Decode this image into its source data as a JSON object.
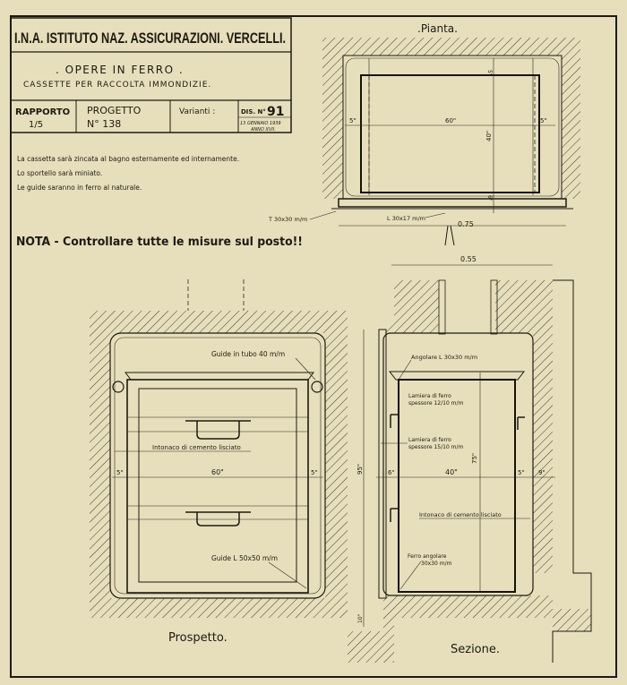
{
  "title_block": {
    "institution": "I.N.A. ISTITUTO NAZ. ASSICURAZIONI. VERCELLI.",
    "subject": ". OPERE IN FERRO .",
    "subtitle": "CASSETTE PER RACCOLTA IMMONDIZIE.",
    "scale_label": "RAPPORTO",
    "scale_value": "1/5",
    "project_label": "PROGETTO",
    "project_value": "N° 138",
    "variants_label": "Varianti :",
    "drawing_label": "DIS. N°",
    "drawing_number": "91",
    "date": "13 GENNAIO 1939",
    "year": "ANNO XVII."
  },
  "notes": [
    "La cassetta sarà zincata al bagno esternamente ed internamente.",
    "Lo sportello sarà miniato.",
    "Le guide saranno in ferro al naturale."
  ],
  "nota": "NOTA - Controllare tutte le misure sul posto!!",
  "pianta": {
    "title": ".Pianta.",
    "dim_top": "5\"",
    "dim_left": "5\"",
    "dim_width": "60\"",
    "dim_right": "5\"",
    "dim_depth": "40\"",
    "dim_bottom": "6\"",
    "t_profile": "T 30x30 m/m",
    "l_profile": "L 30x17 m/m",
    "dim_total": "0.75"
  },
  "prospetto": {
    "title": "Prospetto.",
    "guide_tube": "Guide in tubo 40 m/m",
    "plaster": "Intonaco di cemento lisciato",
    "dim_left": "5\"",
    "dim_width": "60\"",
    "dim_right": "5\"",
    "guide_l": "Guide L 50x50 m/m"
  },
  "sezione": {
    "title": "Sezione.",
    "dim_top": "0.55",
    "angle": "Angolare L 30x30 m/m",
    "sheet1_a": "Lamiera di ferro",
    "sheet1_b": "spessore 12/10 m/m",
    "sheet2_a": "Lamiera di ferro",
    "sheet2_b": "spessore 15/10 m/m",
    "dim_6": "6\"",
    "dim_40": "40\"",
    "dim_5": "5\"",
    "dim_9": "9\"",
    "dim_75": "75\"",
    "dim_95": "95\"",
    "dim_10": "10\"",
    "plaster": "Intonaco di cemento lisciato",
    "angle_iron_a": "Ferro angolare",
    "angle_iron_b": "30x30 m/m"
  }
}
